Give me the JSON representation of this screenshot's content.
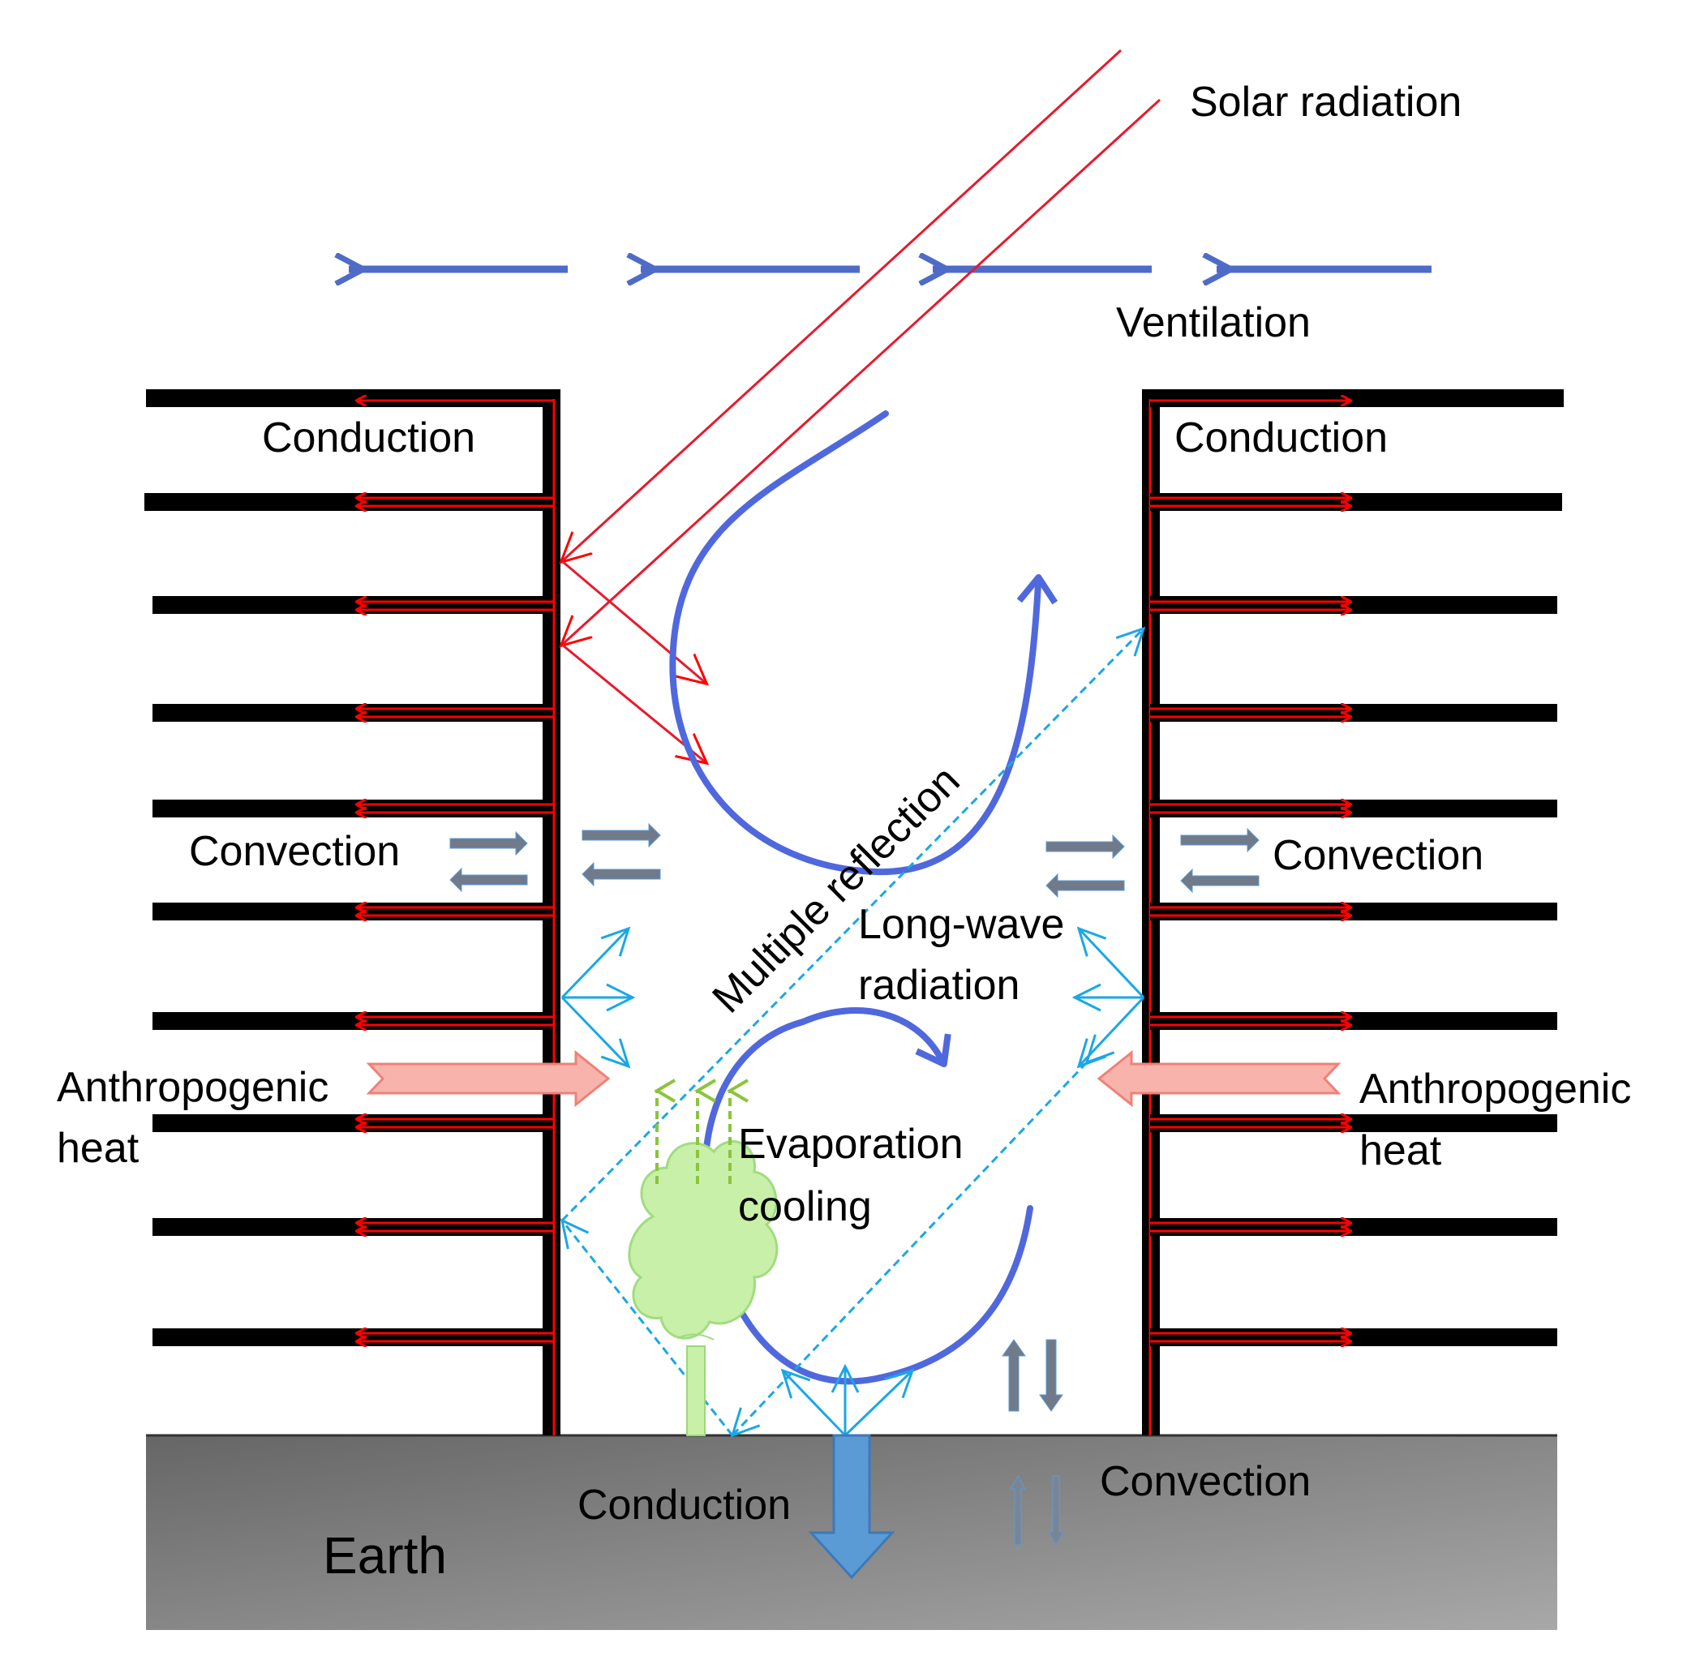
{
  "labels": {
    "solar_radiation": "Solar radiation",
    "ventilation": "Ventilation",
    "conduction_left": "Conduction",
    "conduction_right": "Conduction",
    "convection_left": "Convection",
    "convection_right": "Convection",
    "multiple_reflection": "Multiple reflection",
    "longwave_line1": "Long-wave",
    "longwave_line2": "radiation",
    "anthropogenic_left_line1": "Anthropogenic",
    "anthropogenic_left_line2": "heat",
    "anthropogenic_right_line1": "Anthropogenic",
    "anthropogenic_right_line2": "heat",
    "evaporation_line1": "Evaporation",
    "evaporation_line2": "cooling",
    "conduction_ground": "Conduction",
    "convection_ground": "Convection",
    "earth": "Earth"
  },
  "colors": {
    "building": "#000000",
    "heat_arrow": "#ff0000",
    "solar": "#e8192c",
    "ventilation": "#4f6bc8",
    "eddy": "#5068dd",
    "longwave": "#1aa7e6",
    "convection": "#707a8a",
    "anthropogenic": "#f5a8a0",
    "evaporation": "#8cc43c",
    "tree": "#c8f0a8",
    "ground_conduction": "#5b9bd5",
    "earth_dark": "#666666",
    "earth_light": "#a6a6a6"
  },
  "icons": {
    "tree": "tree-icon"
  }
}
